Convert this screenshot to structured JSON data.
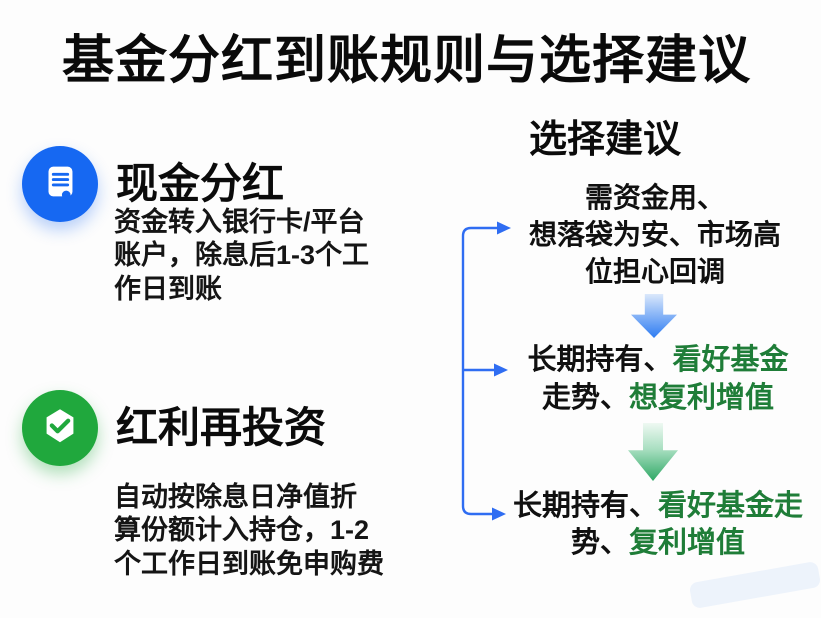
{
  "title": "基金分红到账规则与选择建议",
  "left": {
    "items": [
      {
        "icon": "document-icon",
        "heading": "现金分红",
        "description": "资金转入银行卡/平台\n账户，除息后1-3个工\n作日到账"
      },
      {
        "icon": "hexagon-check-icon",
        "heading": "红利再投资",
        "description": "自动按除息日净值折\n算份额计入持仓，1-2\n个工作日到账免申购费"
      }
    ]
  },
  "right": {
    "heading": "选择建议",
    "suggestions": [
      {
        "text": "需资金用、\n想落袋为安、市场高\n位担心回调"
      },
      {
        "lines": [
          [
            {
              "text": "长期持有、",
              "color": "black"
            },
            {
              "text": "看好基金",
              "color": "green"
            }
          ],
          [
            {
              "text": "走势、",
              "color": "black"
            },
            {
              "text": "想复利增值",
              "color": "green"
            }
          ]
        ]
      },
      {
        "lines": [
          [
            {
              "text": "长期持有、",
              "color": "black"
            },
            {
              "text": "看好基金走",
              "color": "green"
            }
          ],
          [
            {
              "text": "势、",
              "color": "black"
            },
            {
              "text": "复利增值",
              "color": "green"
            }
          ]
        ]
      }
    ]
  },
  "colors": {
    "accent_blue": "#1668f2",
    "accent_green": "#20a83d",
    "connector_blue": "#2f6df2",
    "text_green": "#1f7d38",
    "text_black": "#101010",
    "arrow_blue_gradient_end": "#2e7cf2",
    "arrow_green_gradient_end": "#2fa865"
  }
}
